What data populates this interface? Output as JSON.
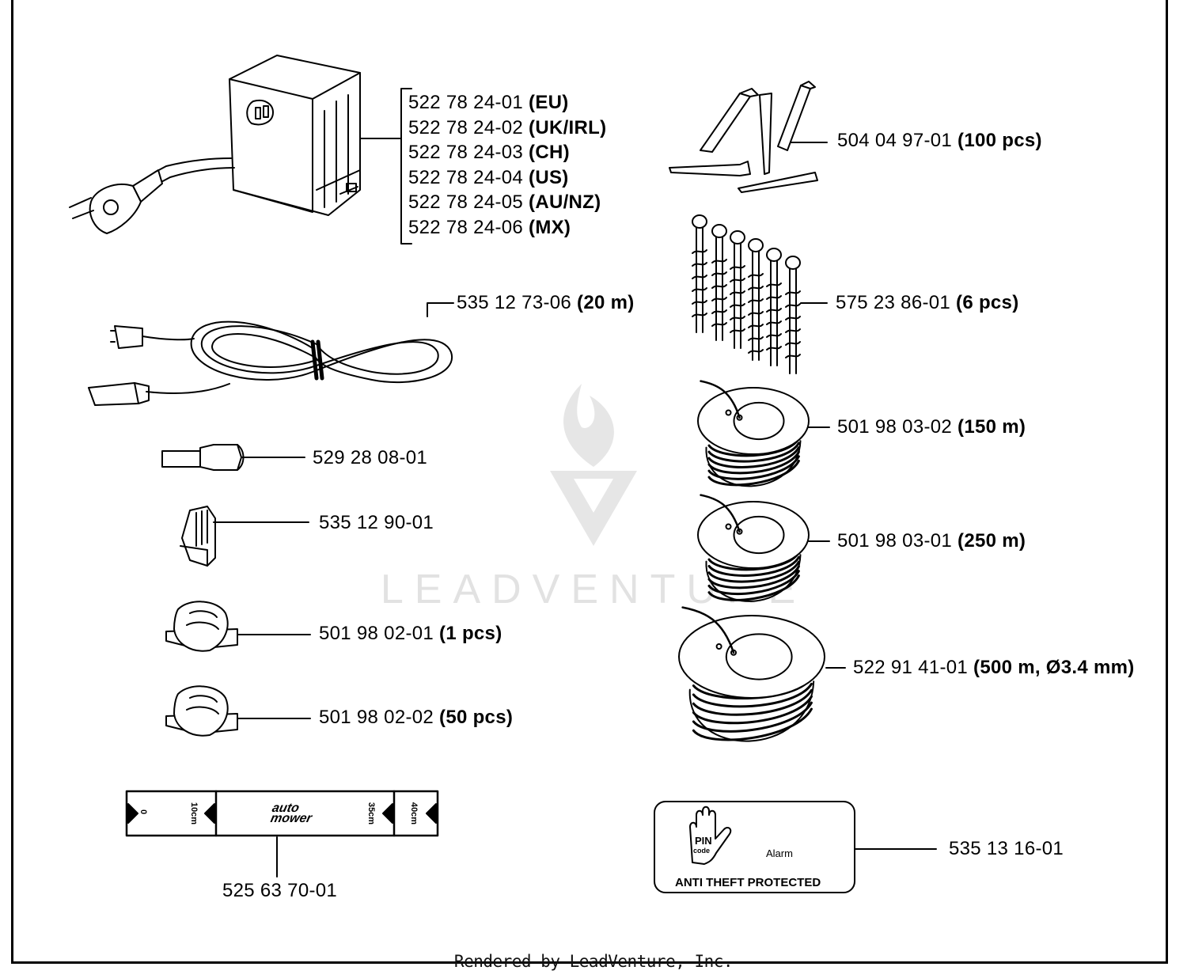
{
  "parts": {
    "power_supply": [
      {
        "number": "522 78 24-01",
        "spec": "(EU)"
      },
      {
        "number": "522 78 24-02",
        "spec": "(UK/IRL)"
      },
      {
        "number": "522 78 24-03",
        "spec": "(CH)"
      },
      {
        "number": "522 78 24-04",
        "spec": "(US)"
      },
      {
        "number": "522 78 24-05",
        "spec": "(AU/NZ)"
      },
      {
        "number": "522 78 24-06",
        "spec": "(MX)"
      }
    ],
    "low_voltage_cable": {
      "number": "535 12 73-06",
      "spec": "(20 m)"
    },
    "connector": {
      "number": "529 28 08-01"
    },
    "clip_connector": {
      "number": "535 12 90-01"
    },
    "coupler_1": {
      "number": "501 98 02-01",
      "spec": "(1 pcs)"
    },
    "coupler_50": {
      "number": "501 98 02-02",
      "spec": "(50 pcs)"
    },
    "measuring_gauge": {
      "number": "525 63 70-01"
    },
    "pegs": {
      "number": "504 04 97-01",
      "spec": "(100 pcs)"
    },
    "screws": {
      "number": "575 23 86-01",
      "spec": "(6 pcs)"
    },
    "wire_150": {
      "number": "501 98 03-02",
      "spec": "(150 m)"
    },
    "wire_250": {
      "number": "501 98 03-01",
      "spec": "(250 m)"
    },
    "wire_500": {
      "number": "522 91 41-01",
      "spec": "(500 m, Ø3.4 mm)"
    },
    "theft_decal": {
      "number": "535 13 16-01"
    }
  },
  "gauge_text": {
    "zero": "0",
    "ten": "10cm",
    "brand_top": "auto",
    "brand_bottom": "mower",
    "thirtyfive": "35cm",
    "forty": "40cm"
  },
  "decal_text": {
    "pin": "PIN",
    "code": "code",
    "alarm": "Alarm",
    "protected": "ANTI THEFT PROTECTED"
  },
  "watermark": "LEADVENTURE",
  "footer": "Rendered by LeadVenture, Inc."
}
